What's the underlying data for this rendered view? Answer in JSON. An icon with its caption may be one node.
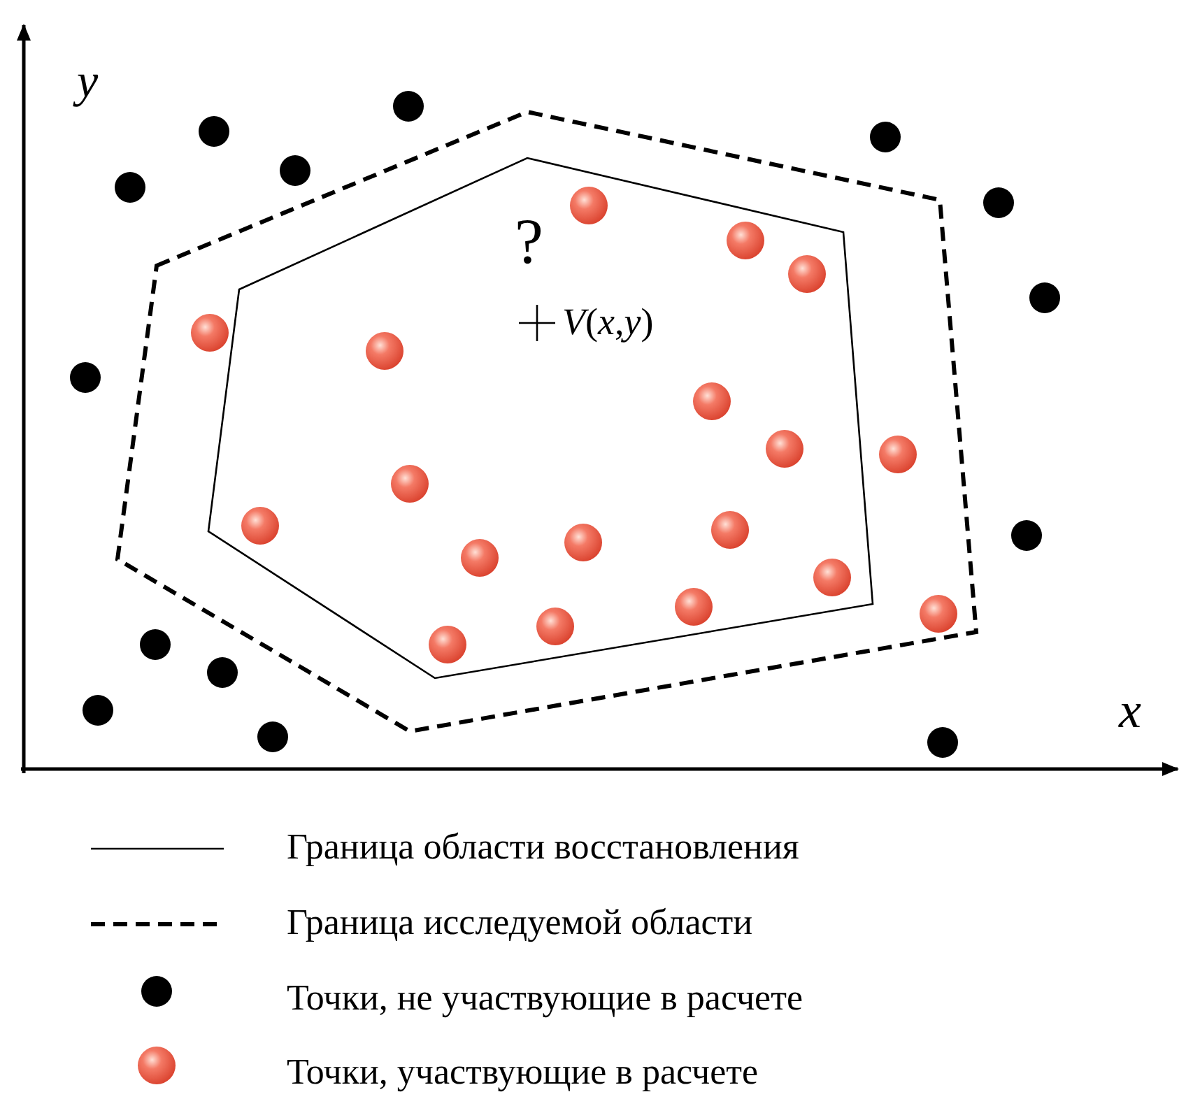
{
  "diagram": {
    "labels": [
      "y",
      "?",
      "*V*(*x*,*y*)",
      "x"
    ],
    "legend": [
      {
        "text": "Граница области восстановления"
      },
      {
        "text": "Граница исследуемой области"
      },
      {
        "text": "Точки, не участвующие в расчете"
      },
      {
        "text": "Точки, участвующие в расчете"
      }
    ]
  }
}
